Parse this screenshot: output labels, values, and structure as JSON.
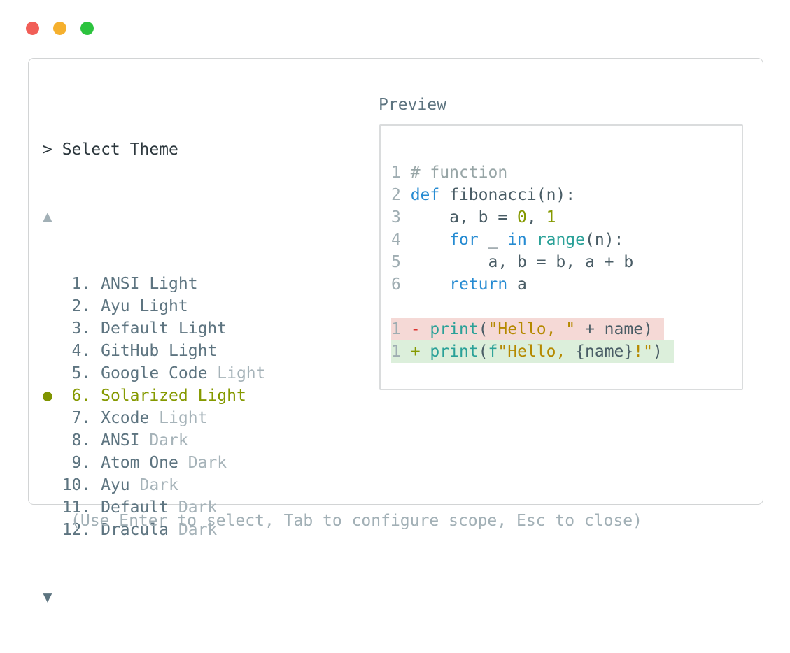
{
  "window": {
    "traffic_lights": [
      {
        "name": "close",
        "color": "#f15e57"
      },
      {
        "name": "minimize",
        "color": "#f5b02e"
      },
      {
        "name": "zoom",
        "color": "#2cc33e"
      }
    ]
  },
  "prompt": {
    "title": "> Select Theme"
  },
  "list": {
    "scroll_up_indicator": "▲",
    "scroll_down_indicator": "▼",
    "selected_bullet": "●",
    "items": [
      {
        "number": "1",
        "name": "ANSI Light",
        "muted": "",
        "selected": false
      },
      {
        "number": "2",
        "name": "Ayu Light",
        "muted": "",
        "selected": false
      },
      {
        "number": "3",
        "name": "Default Light",
        "muted": "",
        "selected": false
      },
      {
        "number": "4",
        "name": "GitHub Light",
        "muted": "",
        "selected": false
      },
      {
        "number": "5",
        "name": "Google Code",
        "muted": "Light",
        "selected": false
      },
      {
        "number": "6",
        "name": "Solarized Light",
        "muted": "",
        "selected": true
      },
      {
        "number": "7",
        "name": "Xcode",
        "muted": "Light",
        "selected": false
      },
      {
        "number": "8",
        "name": "ANSI",
        "muted": "Dark",
        "selected": false
      },
      {
        "number": "9",
        "name": "Atom One",
        "muted": "Dark",
        "selected": false
      },
      {
        "number": "10",
        "name": "Ayu",
        "muted": "Dark",
        "selected": false
      },
      {
        "number": "11",
        "name": "Default",
        "muted": "Dark",
        "selected": false
      },
      {
        "number": "12",
        "name": "Dracula",
        "muted": "Dark",
        "selected": false
      }
    ]
  },
  "preview": {
    "label": "Preview",
    "code_lines": [
      {
        "num": "1",
        "tokens": [
          [
            "# function",
            "comment"
          ]
        ]
      },
      {
        "num": "2",
        "tokens": [
          [
            "def",
            "kw"
          ],
          [
            " fibonacci(n):",
            "body"
          ]
        ]
      },
      {
        "num": "3",
        "tokens": [
          [
            "    a, b = ",
            "body"
          ],
          [
            "0",
            "num"
          ],
          [
            ", ",
            "body"
          ],
          [
            "1",
            "num"
          ]
        ]
      },
      {
        "num": "4",
        "tokens": [
          [
            "    ",
            "body"
          ],
          [
            "for",
            "kw"
          ],
          [
            " _ ",
            "body"
          ],
          [
            "in",
            "kw"
          ],
          [
            " ",
            "body"
          ],
          [
            "range",
            "fn"
          ],
          [
            "(n):",
            "body"
          ]
        ]
      },
      {
        "num": "5",
        "tokens": [
          [
            "        a, b = b, a + b",
            "body"
          ]
        ]
      },
      {
        "num": "6",
        "tokens": [
          [
            "    ",
            "body"
          ],
          [
            "return",
            "kw"
          ],
          [
            " a",
            "body"
          ]
        ]
      }
    ],
    "diff_lines": [
      {
        "num": "1",
        "sign": "-",
        "kind": "removed",
        "tokens": [
          [
            "print",
            "fn"
          ],
          [
            "(",
            "body"
          ],
          [
            "\"Hello, \"",
            "str"
          ],
          [
            " + name)",
            "body"
          ]
        ]
      },
      {
        "num": "1",
        "sign": "+",
        "kind": "added",
        "tokens": [
          [
            "print",
            "fn"
          ],
          [
            "(",
            "body"
          ],
          [
            "f",
            "fn"
          ],
          [
            "\"Hello, ",
            "str"
          ],
          [
            "{name}",
            "body"
          ],
          [
            "!\"",
            "str"
          ],
          [
            ")",
            "body"
          ]
        ]
      }
    ]
  },
  "footer": {
    "hint": "(Use Enter to select, Tab to configure scope, Esc to close)"
  },
  "palette": {
    "selected_olive": "#859900",
    "keyword_blue": "#268bd2",
    "function_teal": "#2aa198",
    "string_gold": "#b58900",
    "diff_minus_red": "#dc322f",
    "diff_removed_bg": "#f5d9d6",
    "diff_added_bg": "#dcefdb",
    "list_slate": "#5d7480",
    "muted_gray": "#a6b3b9",
    "title_dark": "#2d383e"
  }
}
